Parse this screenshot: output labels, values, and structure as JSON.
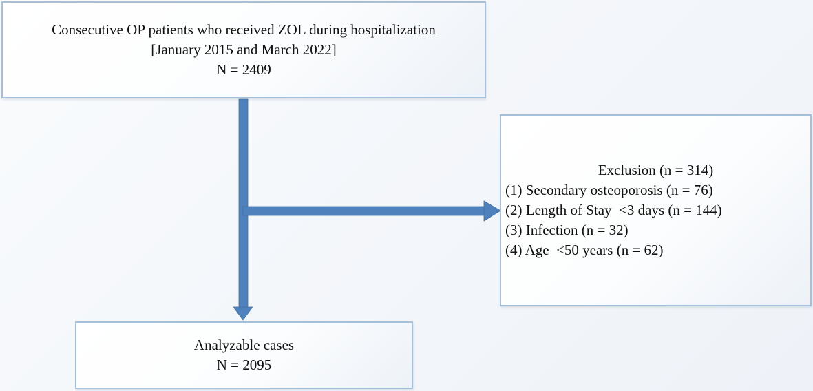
{
  "diagram": {
    "enrollment_box": {
      "lines": [
        "Consecutive OP patients who received ZOL during hospitalization",
        "[January 2015 and March 2022]",
        "N = 2409"
      ]
    },
    "exclusion_box": {
      "title": "Exclusion (n = 314)",
      "items": [
        "(1) Secondary osteoporosis (n = 76)",
        "(2) Length of Stay  <3 days (n = 144)",
        "(3) Infection (n = 32)",
        "(4) Age  <50 years (n = 62)"
      ]
    },
    "analyzable_box": {
      "lines": [
        "Analyzable cases",
        "N = 2095"
      ]
    }
  },
  "colors": {
    "arrow_fill": "#4f81bd",
    "arrow_stroke": "#41719c",
    "box_border": "#a6c0da",
    "background": "#f3f6fa",
    "text": "#111111"
  }
}
